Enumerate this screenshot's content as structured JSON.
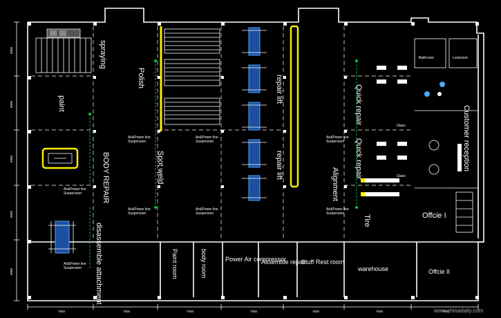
{
  "dimensions": {
    "horizontal": [
      "7000",
      "7000",
      "7000",
      "7000",
      "7000",
      "7000",
      "7000"
    ],
    "vertical": [
      "6000",
      "6000",
      "6000",
      "6000",
      "6000"
    ]
  },
  "zones": {
    "spraying": "spraying",
    "paint": "paint",
    "polish": "Polish",
    "body_repair": "BODY REPAIR",
    "spot_weld": "Spot weld",
    "disassemble": "disassemble attachment",
    "repair_lift_1": "repair lift",
    "repair_lift_2": "repair lift",
    "quick_repair_1": "Quick repair",
    "quick_repair_2": "Quick repair",
    "alignment": "Alignment",
    "tire": "Tire",
    "customer_reception": "Customer reception",
    "office_1": "Offcie I",
    "bathroom": "Bathroom",
    "lockroom": "Lockroom",
    "glass_1": "Glass",
    "glass_2": "Glass"
  },
  "utility_labels": {
    "air_power": "Air&Power line",
    "suspension": "Suspension"
  },
  "bottom_rooms": [
    {
      "key": "paint_room",
      "label": "Paint room"
    },
    {
      "key": "body_room",
      "label": "body room"
    },
    {
      "key": "power_air",
      "label": "Power Air compressor"
    },
    {
      "key": "assemble_repair",
      "label": "Assemble repair"
    },
    {
      "key": "stuff_rest",
      "label": "Stuff Rest room"
    },
    {
      "key": "warehouse",
      "label": "warehouse"
    },
    {
      "key": "office_2",
      "label": "Offcie II"
    }
  ],
  "watermark": "www.chinadaily.com",
  "colors": {
    "background": "#000000",
    "lines": "#ffffff",
    "accent_yellow": "#ffee00",
    "accent_green": "#00cc33",
    "vehicle_blue": "#1d4fa0"
  }
}
